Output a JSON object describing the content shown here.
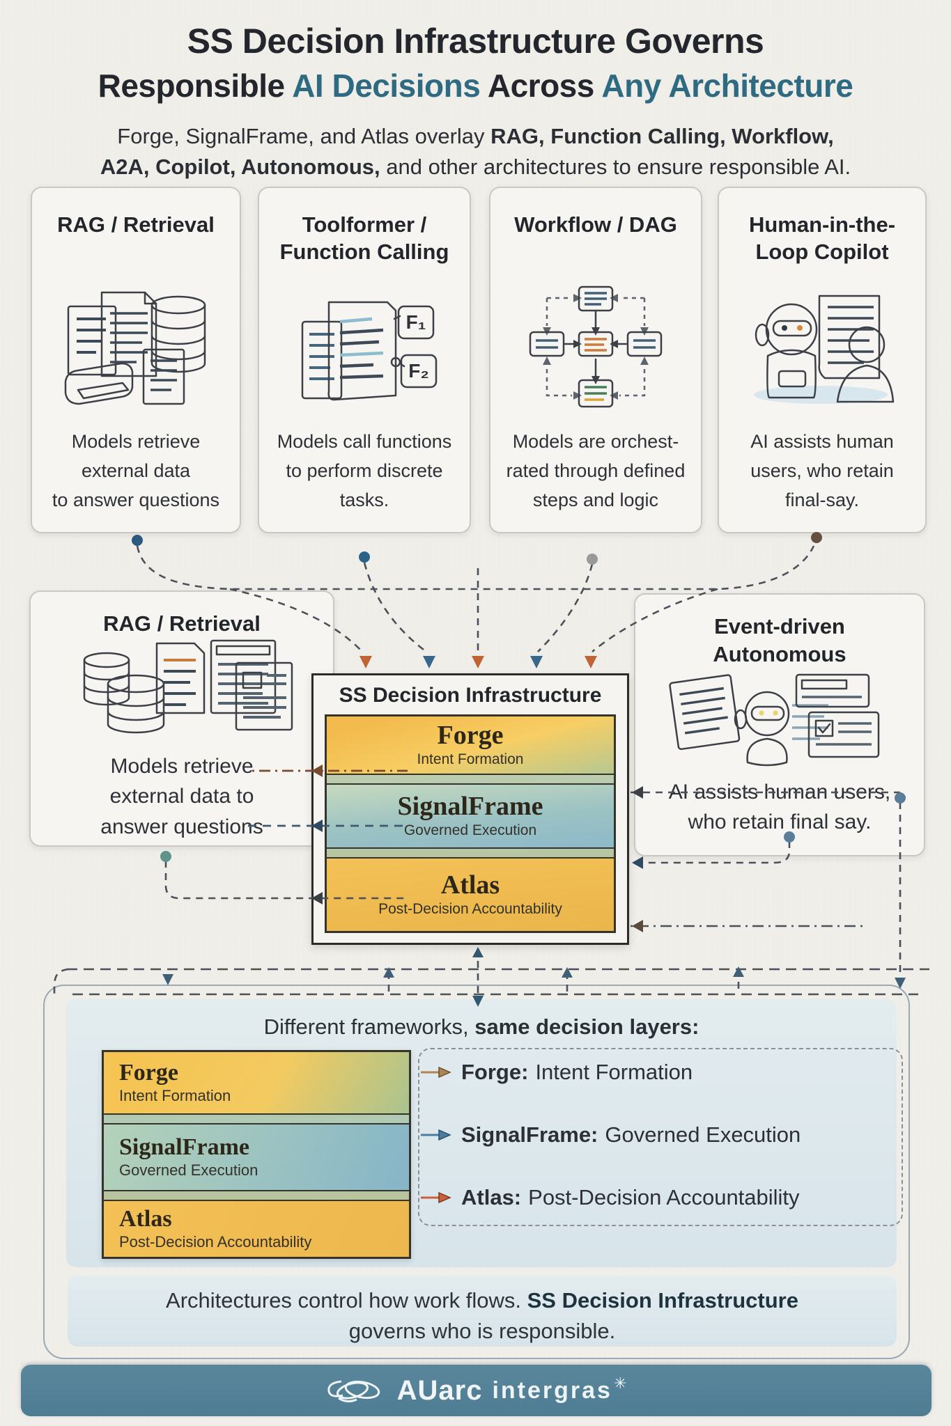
{
  "colors": {
    "accent_teal": "#2e6a82",
    "arrow_orange": "#c06433",
    "arrow_blue": "#38678c",
    "legend_forge_arrow": "#ad8553",
    "legend_signalframe_arrow": "#4a7da0",
    "legend_atlas_arrow": "#cb5f3b",
    "layer_forge": "#f5c95e",
    "layer_signalframe": "#8fbcc4",
    "layer_atlas": "#f2bd4e",
    "footer_bg": "#4e7c93"
  },
  "header": {
    "title_line1": "SS Decision Infrastructure Governs",
    "title_line2": [
      {
        "t": "Responsible ",
        "c": "dark"
      },
      {
        "t": "AI Decisions",
        "c": "accent"
      },
      {
        "t": " Across ",
        "c": "dark"
      },
      {
        "t": "Any Architecture",
        "c": "accent"
      }
    ],
    "subtitle_line1": [
      {
        "t": "Forge, SignalFrame, and Atlas overlay ",
        "b": 0
      },
      {
        "t": "RAG, Function Calling, Workflow,",
        "b": 1
      }
    ],
    "subtitle_line2": [
      {
        "t": "A2A, Copilot, Autonomous,",
        "b": 1
      },
      {
        "t": " and other architectures to ensure responsible AI.",
        "b": 0
      }
    ]
  },
  "top_cards": [
    {
      "title": "RAG / Retrieval",
      "desc": "Models retrieve\nexternal data\nto answer questions",
      "icon": "documents-database-book-illustration"
    },
    {
      "title": "Toolformer /\nFunction Calling",
      "desc": "Models call functions\nto perform discrete\ntasks.",
      "icon": "document-with-function-boxes-illustration",
      "f1": "F₁",
      "f2": "F₂"
    },
    {
      "title": "Workflow / DAG",
      "desc": "Models are orchest-\nrated through defined\nsteps and logic",
      "icon": "dag-flow-illustration"
    },
    {
      "title": "Human-in-the-\nLoop Copilot",
      "desc": "AI assists human\nusers, who retain\nfinal-say.",
      "icon": "robot-and-human-illustration"
    }
  ],
  "mid_left_card": {
    "title": "RAG / Retrieval",
    "desc": "Models retrieve\nexternal data to\nanswer questions",
    "icon": "databases-and-documents-illustration"
  },
  "mid_right_card": {
    "title": "Event-driven\nAutonomous",
    "desc": "AI assists human users,\nwho retain final say.",
    "icon": "robot-reading-documents-illustration"
  },
  "central_box": {
    "title": "SS Decision Infrastructure"
  },
  "layers": [
    {
      "name": "Forge",
      "subtitle": "Intent Formation"
    },
    {
      "name": "SignalFrame",
      "subtitle": "Governed Execution"
    },
    {
      "name": "Atlas",
      "subtitle": "Post-Decision Accountability"
    }
  ],
  "bottom_panel": {
    "heading": [
      {
        "t": "Different frameworks, ",
        "b": 0
      },
      {
        "t": "same decision layers:",
        "b": 1
      }
    ],
    "legend": [
      {
        "name": "Forge:",
        "desc": "Intent Formation"
      },
      {
        "name": "SignalFrame:",
        "desc": "Governed Execution"
      },
      {
        "name": "Atlas:",
        "desc": "Post-Decision Accountability"
      }
    ],
    "statement_line1": [
      {
        "t": "Architectures control how work flows. ",
        "b": 0
      },
      {
        "t": "SS Decision Infrastructure",
        "b": 1,
        "c": "navy"
      }
    ],
    "statement_line2": "governs who is responsible."
  },
  "footer": {
    "brand": "AUarc",
    "brand2": "intergras",
    "mark": "✳",
    "logo": "overlapping-ellipses-logo"
  }
}
